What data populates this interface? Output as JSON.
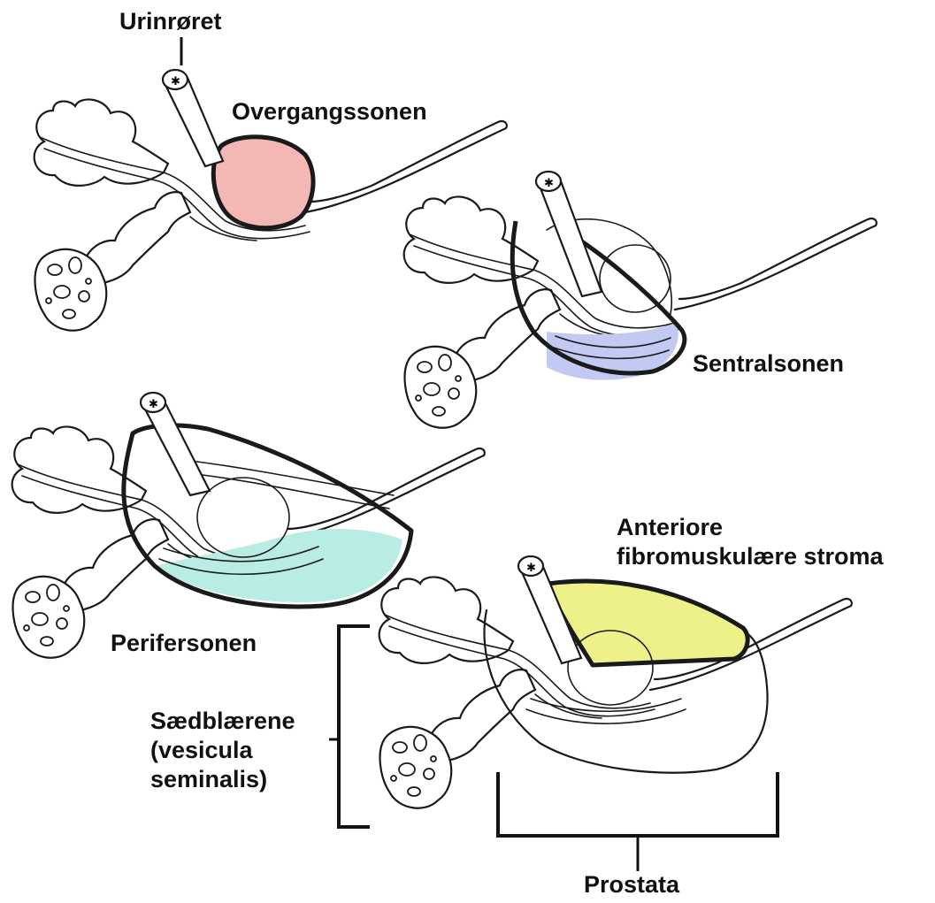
{
  "labels": {
    "urethra": "Urinrøret",
    "transition_zone": "Overgangssonen",
    "central_zone": "Sentralsonen",
    "peripheral_zone": "Perifersonen",
    "stroma_line1": "Anteriore",
    "stroma_line2": "fibromuskulære stroma",
    "seminal_line1": "Sædblærene",
    "seminal_line2": "(vesicula",
    "seminal_line3": "seminalis)",
    "prostate": "Prostata"
  },
  "colors": {
    "transition_zone": "#f4b8b4",
    "central_zone": "#c2c9f2",
    "peripheral_zone": "#b9ece2",
    "anterior_stroma": "#eef08a",
    "outline": "#1a1a1a"
  }
}
